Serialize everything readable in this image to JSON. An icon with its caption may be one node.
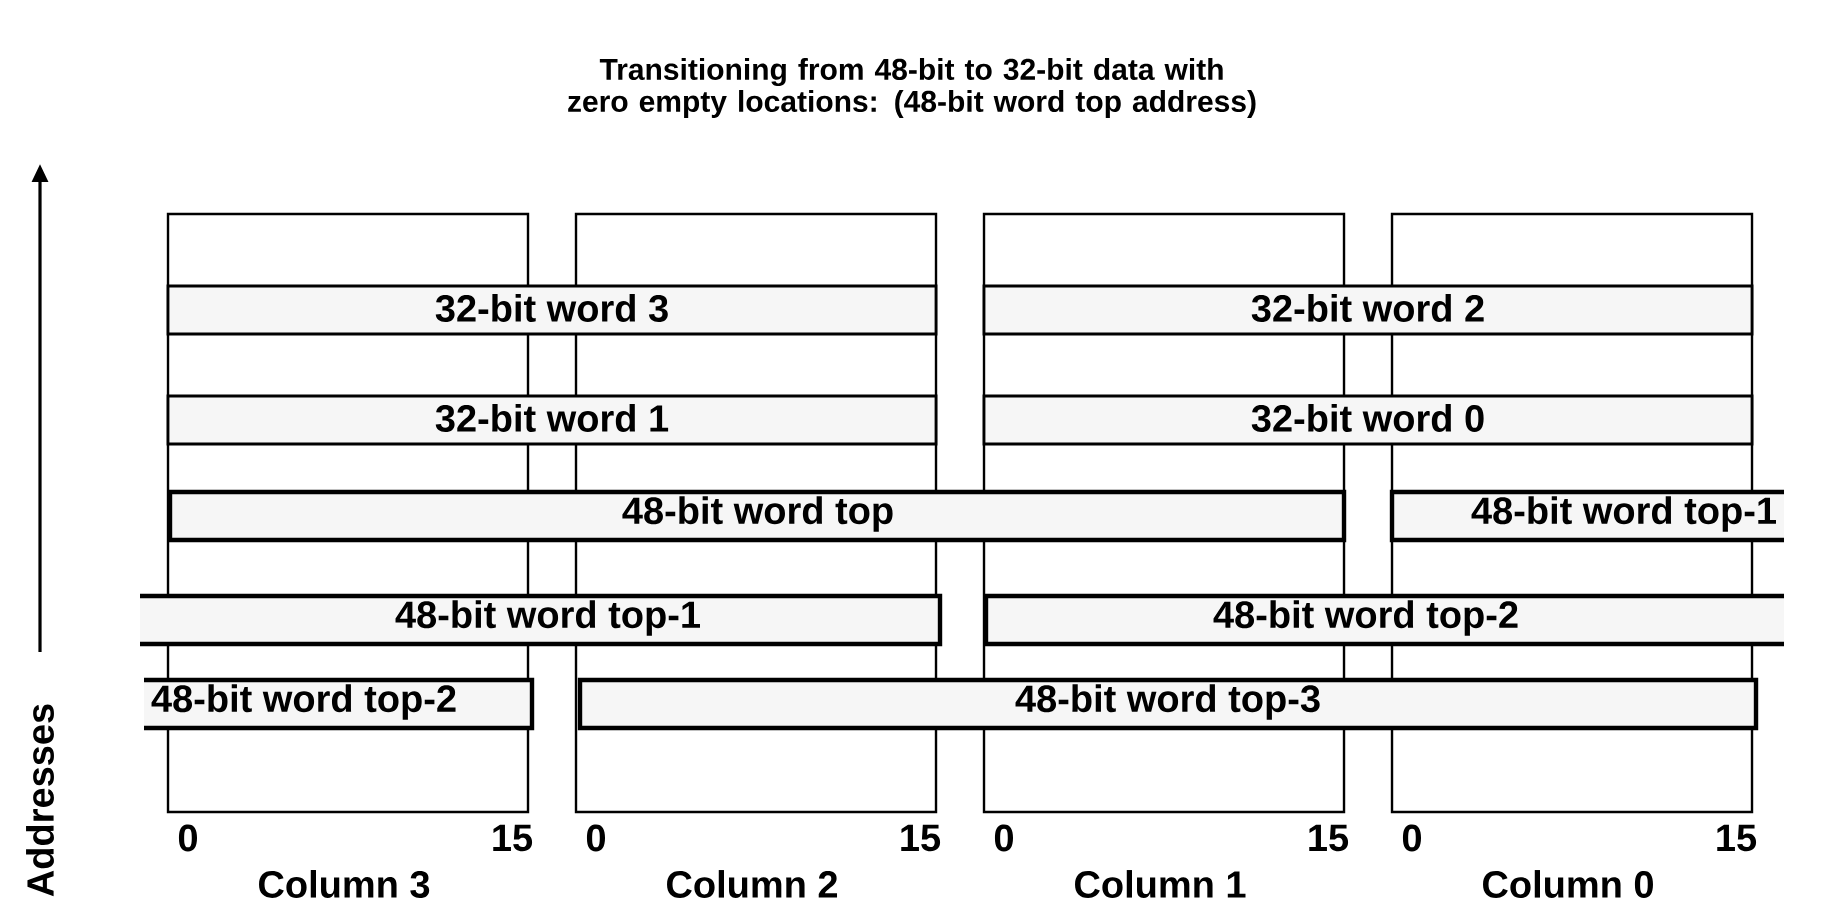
{
  "diagram": {
    "title": "Transitioning from 48-bit to 32-bit data with zero empty locations: (48-bit word top address)",
    "nodes": [
      {
        "text": [
          "Column 3"
        ],
        "beside": [
          "0",
          "15"
        ]
      },
      {
        "text": [
          "Column 2"
        ],
        "beside": [
          "0",
          "15"
        ]
      },
      {
        "text": [
          "Column 1"
        ],
        "beside": [
          "0",
          "15"
        ]
      },
      {
        "text": [
          "Column 0"
        ],
        "beside": [
          "0",
          "15"
        ]
      },
      {
        "text": [
          "32-bit word 3"
        ]
      },
      {
        "text": [
          "32-bit word 2"
        ]
      },
      {
        "text": [
          "32-bit word 1"
        ]
      },
      {
        "text": [
          "32-bit word 0"
        ]
      },
      {
        "text": [
          "48-bit word top"
        ]
      },
      {
        "text": [
          "48-bit word top-1"
        ]
      },
      {
        "text": [
          "48-bit word top-1"
        ]
      },
      {
        "text": [
          "48-bit word top-2"
        ]
      },
      {
        "text": [
          "48-bit word top-2"
        ]
      },
      {
        "text": [
          "48-bit word top-3"
        ]
      }
    ],
    "labels": [
      "Addresses"
    ]
  }
}
